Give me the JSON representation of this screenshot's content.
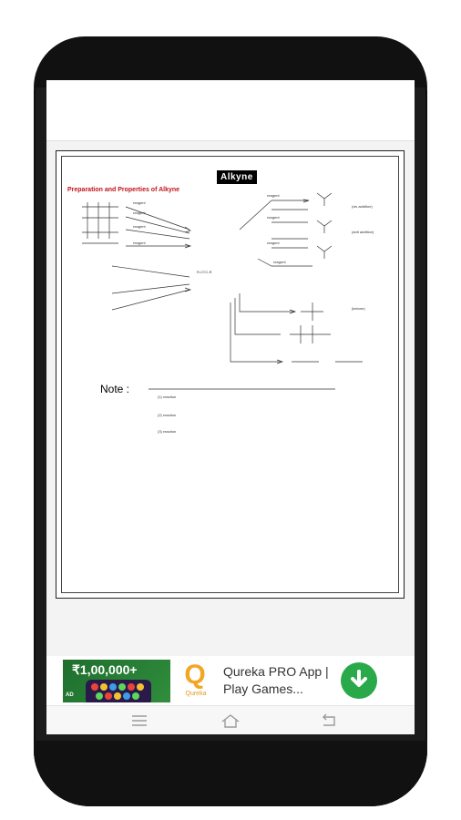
{
  "document": {
    "title": "Alkyne",
    "subtitle": "Preparation and Properties of Alkyne",
    "note_label": "Note :"
  },
  "ad": {
    "prize": "₹1,00,000+",
    "tag": "AD",
    "logo_text": "Qureka",
    "text": "Qureka PRO App | Play Games..."
  },
  "icons": {
    "menu": "menu-icon",
    "home": "home-icon",
    "back": "back-icon",
    "download": "download-icon"
  },
  "colors": {
    "phone_body": "#1c1c1c",
    "doc_subtitle": "#c0141b",
    "ad_download": "#29a94a",
    "ad_logo": "#f2a623"
  }
}
